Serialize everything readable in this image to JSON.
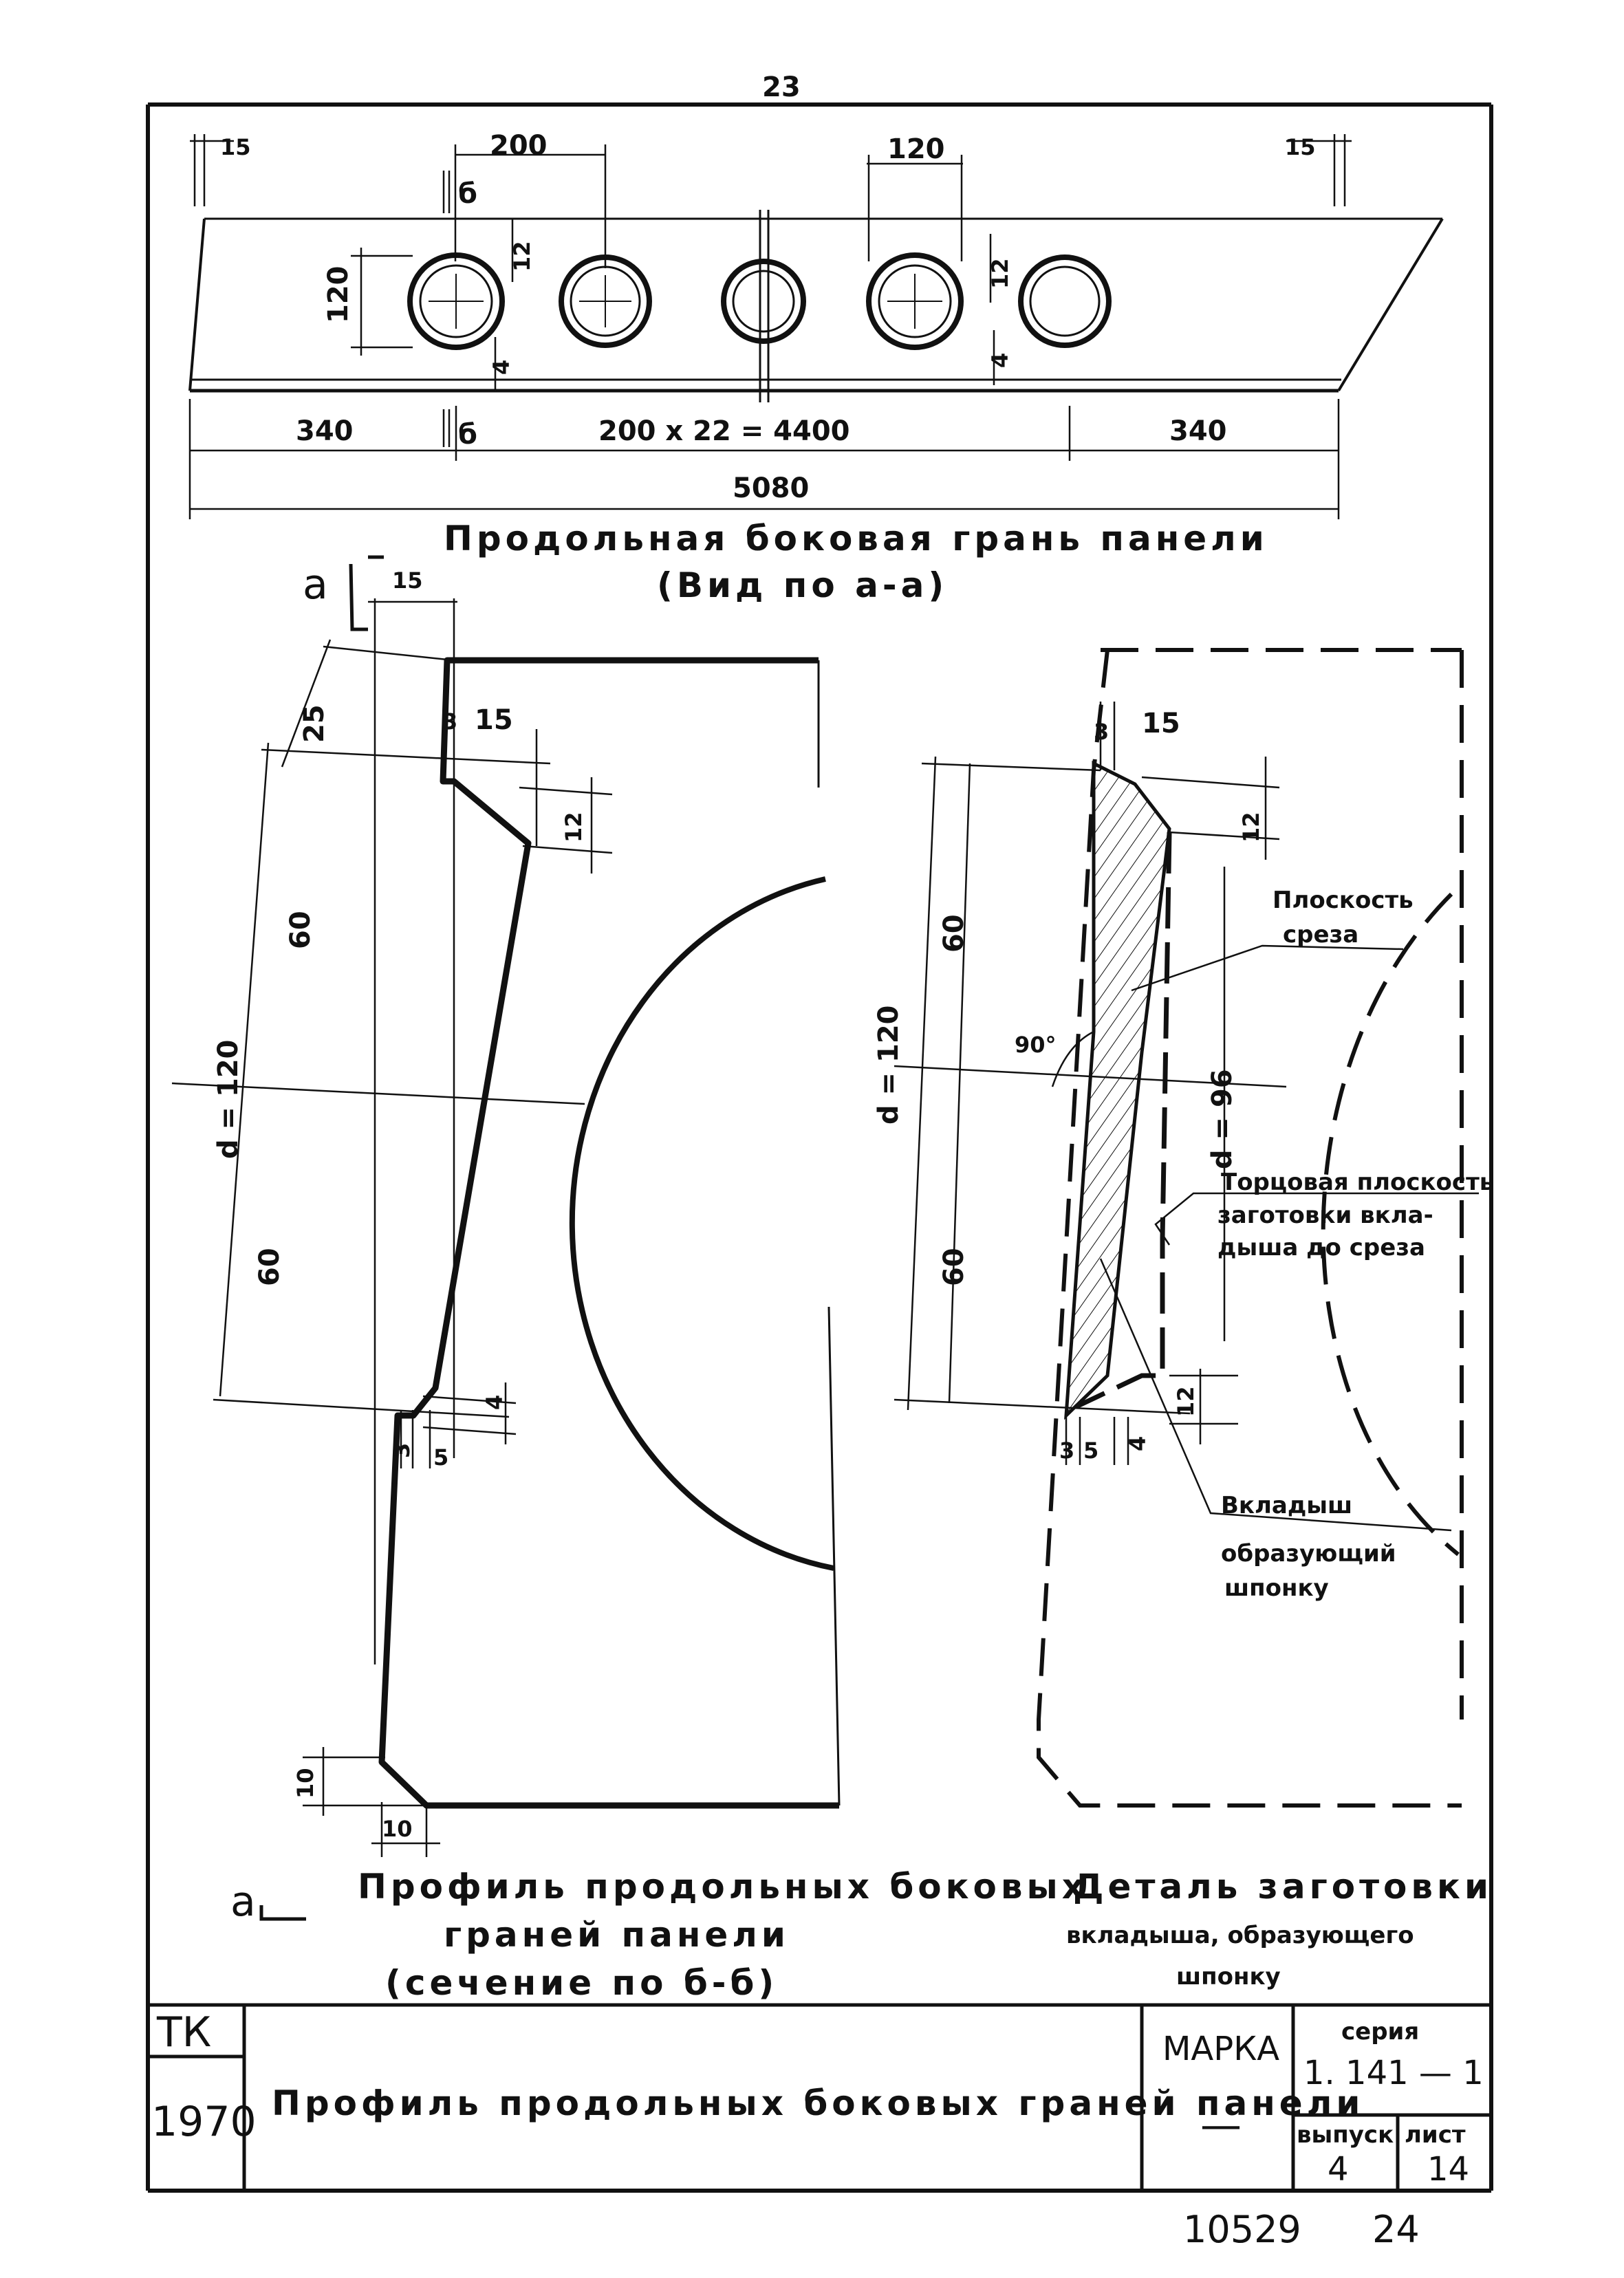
{
  "page_number": "23",
  "top_view": {
    "caption": "Продольная боковая грань панели",
    "subcaption": "(Вид по а-а)",
    "dim_15_left": "15",
    "dim_15_right": "15",
    "dim_200": "200",
    "dim_120_spacing": "120",
    "dim_120_height": "120",
    "dim_12_a": "12",
    "dim_12_b": "12",
    "dim_4_a": "4",
    "dim_4_b": "4",
    "section_mark": "б",
    "dim_340_left": "340",
    "dim_340_right": "340",
    "dim_middle": "200 х 22 = 4400",
    "dim_total": "5080"
  },
  "profile": {
    "section_mark": "а",
    "dim_15_top": "15",
    "dim_25": "25",
    "dim_3_top": "3",
    "dim_15_mid": "15",
    "dim_12": "12",
    "dim_60_top": "60",
    "dim_d": "d = 120",
    "dim_60_bottom": "60",
    "dim_4": "4",
    "dim_3_bottom": "3",
    "dim_5": "5",
    "dim_10_v": "10",
    "dim_10_h": "10",
    "caption_line1": "Профиль продольных боковых",
    "caption_line2": "граней панели",
    "caption_line3": "(сечение по б-б)"
  },
  "detail": {
    "dim_3_top": "3",
    "dim_15": "15",
    "dim_12_top": "12",
    "dim_60_top": "60",
    "dim_d120": "d = 120",
    "angle": "90°",
    "dim_d96": "d = 96",
    "dim_60_bottom": "60",
    "dim_12_bottom": "12",
    "dim_3_bottom": "3",
    "dim_5": "5",
    "dim_4": "4",
    "label_plane_1": "Плоскость",
    "label_plane_2": "среза",
    "label_end_1": "Торцовая плоскость",
    "label_end_2": "заготовки вкла-",
    "label_end_3": "дыша до среза",
    "label_insert_1": "Вкладыш",
    "label_insert_2": "образующий",
    "label_insert_3": "шпонку",
    "caption_line1": "Деталь заготовки",
    "caption_line2": "вкладыша, образующего",
    "caption_line3": "шпонку"
  },
  "title_block": {
    "org": "ТК",
    "year": "1970",
    "title": "Профиль продольных боковых граней панели",
    "marka_label": "МАРКА",
    "marka_value": "—",
    "series_label": "серия",
    "series_value": "1. 141 — 1",
    "issue_label": "выпуск",
    "issue_value": "4",
    "sheet_label": "лист",
    "sheet_value": "14"
  },
  "footer": {
    "code": "10529",
    "page": "24"
  }
}
